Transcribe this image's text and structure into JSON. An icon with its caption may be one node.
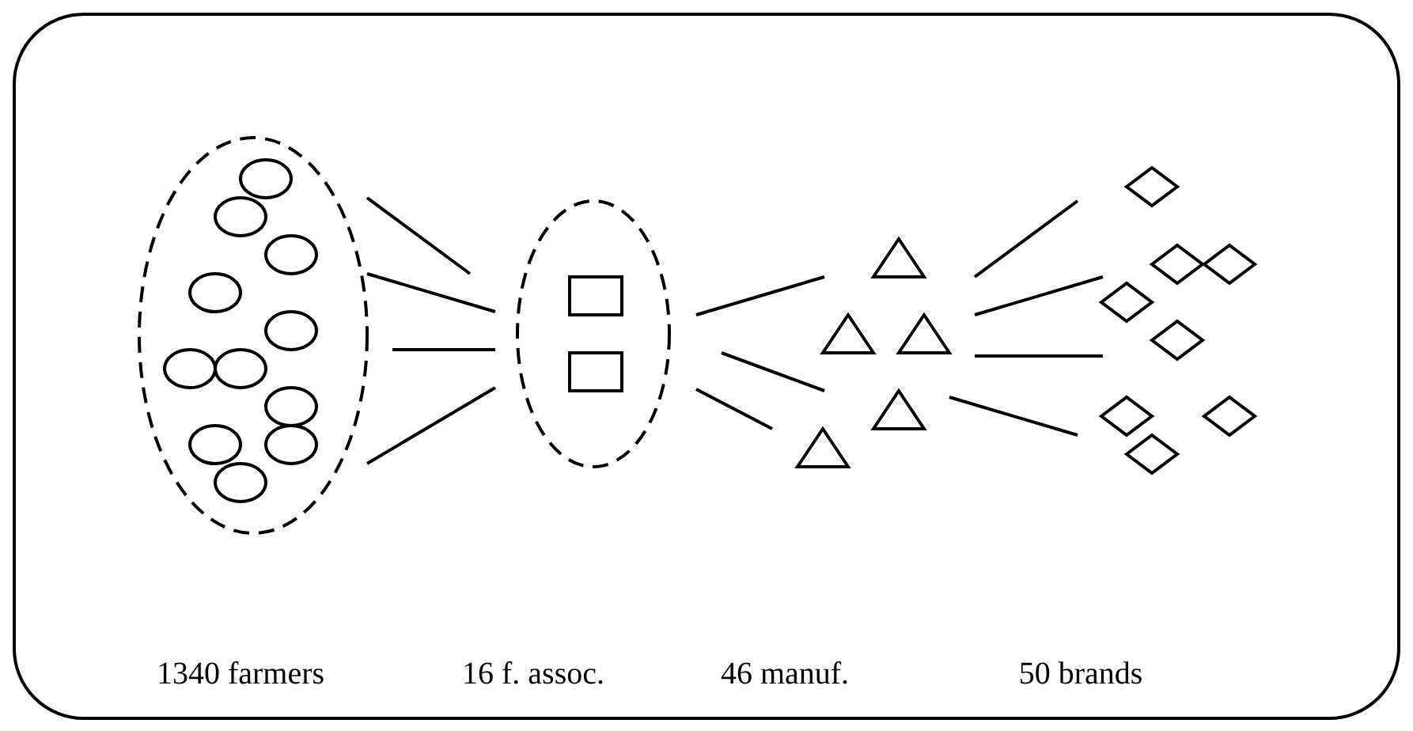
{
  "diagram": {
    "labels": [
      "1340 farmers",
      "16 f. assoc.",
      "46 manuf.",
      "50 brands"
    ]
  }
}
